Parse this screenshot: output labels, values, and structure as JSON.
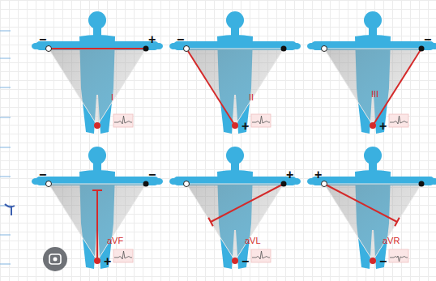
{
  "diagram": {
    "labels": [
      "−",
      "+",
      "I",
      "−",
      "+",
      "II",
      "−",
      "+",
      "III",
      "−",
      "−",
      "+",
      "aVF",
      "+",
      "−",
      "aVL",
      "+",
      "−",
      "aVR"
    ]
  }
}
